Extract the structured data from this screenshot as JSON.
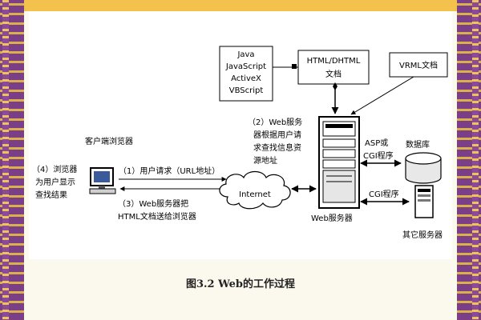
{
  "tech_box": [
    "Java",
    "JavaScript",
    "ActiveX",
    "VBScript"
  ],
  "html_doc": [
    "HTML/DHTML",
    "文档"
  ],
  "vrml_doc": "VRML文档",
  "step2": [
    "（2）Web服务",
    "器根据用户请",
    "求查找信息资",
    "源地址"
  ],
  "client_label": "客户端浏览器",
  "step4": [
    "（4）浏览器",
    "为用户显示",
    "查找结果"
  ],
  "step1": "（1）用户请求（URL地址）",
  "step3": [
    "（3）Web服务器把",
    "HTML文档送给浏览器"
  ],
  "internet": "Internet",
  "web_server": "Web服务器",
  "asp": [
    "ASP或",
    "CGI程序"
  ],
  "database": "数据库",
  "cgi": "CGI程序",
  "other_server": "其它服务器",
  "caption": "图3.2  Web的工作过程"
}
